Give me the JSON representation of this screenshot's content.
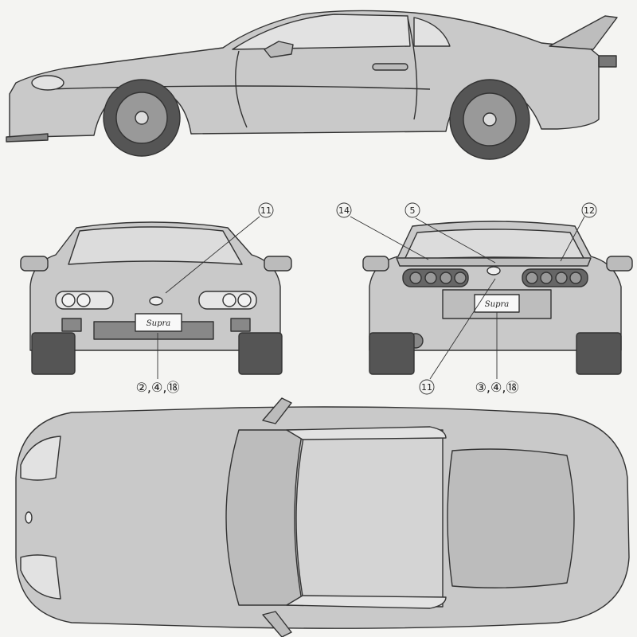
{
  "diagram": {
    "background": "#f4f4f2",
    "body_fill": "#c9c9c9",
    "line_color": "#333333",
    "tire_color": "#555555"
  },
  "badge": {
    "text": "Supra"
  },
  "callouts": {
    "front_top": "11",
    "rear_left": "14",
    "rear_middle": "5",
    "rear_right": "12",
    "rear_bottom_number": "11"
  },
  "captions": {
    "front": "②,④,⑱",
    "rear": "③,④,⑱"
  }
}
